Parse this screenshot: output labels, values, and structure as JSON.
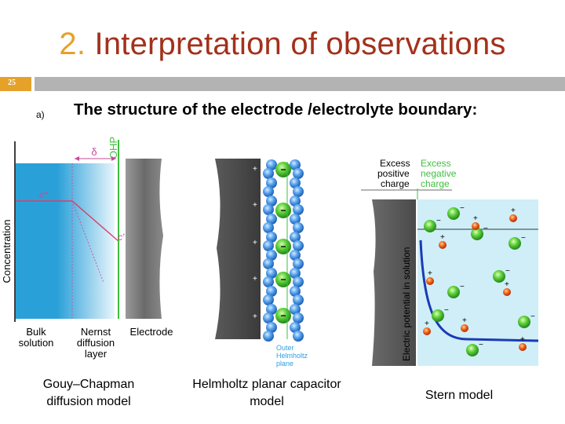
{
  "slide": {
    "title_number": "2.",
    "title_text": "Interpretation of observations",
    "slide_number": "25",
    "subtitle_marker": "a)",
    "subtitle": "The structure of the electrode /electrolyte boundary:"
  },
  "gouy": {
    "ylabel": "Concentration",
    "delta": "δ",
    "ohp": "OHP",
    "c_star": "c*",
    "c_prime": "c'",
    "bulk_line1": "Bulk",
    "bulk_line2": "solution",
    "nernst_line1": "Nernst",
    "nernst_line2": "diffusion",
    "nernst_line3": "layer",
    "electrode": "Electrode",
    "caption_line1": "Gouy–Chapman",
    "caption_line2": "diffusion model"
  },
  "helmholtz": {
    "plus": "+",
    "minus": "−",
    "outer_line1": "Outer",
    "outer_line2": "Helmholtz",
    "outer_line3": "plane",
    "caption_line1": "Helmholtz planar capacitor",
    "caption_line2": "model"
  },
  "stern": {
    "excess_pos_1": "Excess",
    "excess_pos_2": "positive",
    "excess_pos_3": "charge",
    "excess_neg_1": "Excess",
    "excess_neg_2": "negative",
    "excess_neg_3": "charge",
    "potential_label": "Electric potential in solution",
    "plus": "+",
    "minus": "−",
    "caption": "Stern model"
  },
  "colors": {
    "title_accent": "#e6a12a",
    "title_text": "#a3311c",
    "bar": "#b3b3b3",
    "solution_blue": "#2aa0d8",
    "ohp_green": "#3fbf3f",
    "helmholtz_blue": "#4a90e0",
    "anion_green": "#39c23a",
    "cation_red": "#f05a18",
    "potential_curve": "#1a3bb5"
  }
}
